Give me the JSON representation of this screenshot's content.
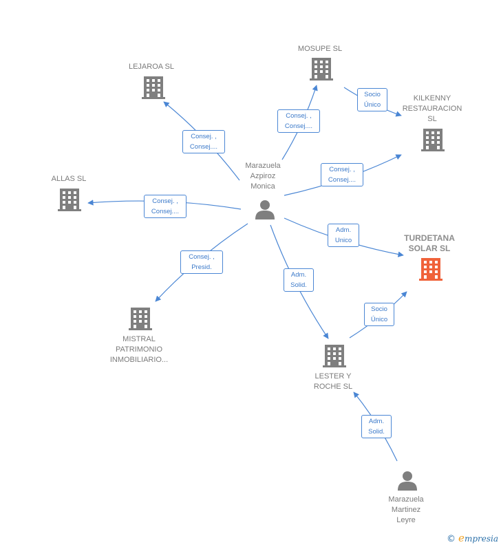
{
  "colors": {
    "edge": "#4a86d4",
    "company": "#7f7f7f",
    "highlight": "#f0623a",
    "person": "#7f7f7f"
  },
  "nodes": [
    {
      "id": "marazuela-azpiroz",
      "type": "person",
      "label": "Marazuela\nAzpiroz\nMonica",
      "icon": "person-icon"
    },
    {
      "id": "marazuela-martinez",
      "type": "person",
      "label": "Marazuela\nMartinez\nLeyre",
      "icon": "person-icon"
    },
    {
      "id": "lejaroa",
      "type": "company",
      "label": "LEJAROA  SL",
      "icon": "building-icon"
    },
    {
      "id": "mosupe",
      "type": "company",
      "label": "MOSUPE SL",
      "icon": "building-icon"
    },
    {
      "id": "kilkenny",
      "type": "company",
      "label": "KILKENNY\nRESTAURACION\nSL",
      "icon": "building-icon"
    },
    {
      "id": "allas",
      "type": "company",
      "label": "ALLAS SL",
      "icon": "building-icon"
    },
    {
      "id": "turdetana",
      "type": "company",
      "label": "TURDETANA\nSOLAR  SL",
      "icon": "building-icon",
      "highlight": true
    },
    {
      "id": "mistral",
      "type": "company",
      "label": "MISTRAL\nPATRIMONIO\nINMOBILIARIO...",
      "icon": "building-icon"
    },
    {
      "id": "lester",
      "type": "company",
      "label": "LESTER Y\nROCHE  SL",
      "icon": "building-icon"
    }
  ],
  "edges": [
    {
      "from": "marazuela-azpiroz",
      "to": "lejaroa",
      "label": "Consej. ,\nConsej...."
    },
    {
      "from": "marazuela-azpiroz",
      "to": "mosupe",
      "label": "Consej. ,\nConsej...."
    },
    {
      "from": "marazuela-azpiroz",
      "to": "kilkenny",
      "label": "Consej. ,\nConsej...."
    },
    {
      "from": "marazuela-azpiroz",
      "to": "allas",
      "label": "Consej. ,\nConsej...."
    },
    {
      "from": "marazuela-azpiroz",
      "to": "turdetana",
      "label": "Adm.\nUnico"
    },
    {
      "from": "marazuela-azpiroz",
      "to": "mistral",
      "label": "Consej. ,\nPresid."
    },
    {
      "from": "marazuela-azpiroz",
      "to": "lester",
      "label": "Adm.\nSolid."
    },
    {
      "from": "mosupe",
      "to": "kilkenny",
      "label": "Socio\nÚnico"
    },
    {
      "from": "lester",
      "to": "turdetana",
      "label": "Socio\nÚnico"
    },
    {
      "from": "marazuela-martinez",
      "to": "lester",
      "label": "Adm.\nSolid."
    }
  ],
  "footer": {
    "copyright": "©",
    "brand_first": "e",
    "brand_rest": "mpresia"
  }
}
